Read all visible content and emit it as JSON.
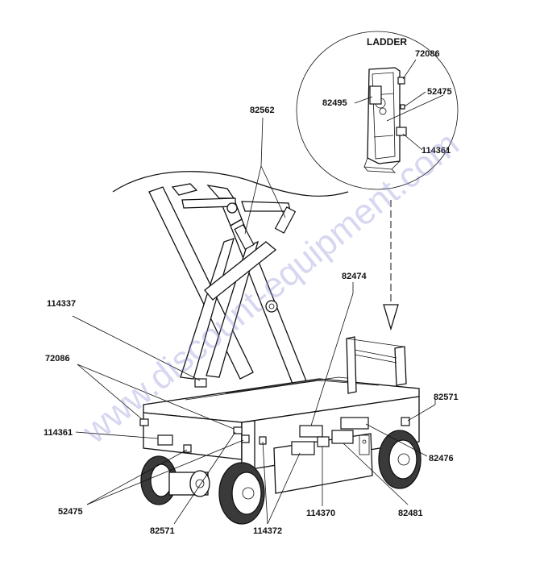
{
  "inset": {
    "title": "LADDER"
  },
  "watermark": "www.discount-equipment.com",
  "labels": {
    "ladder_72086": "72086",
    "ladder_52475": "52475",
    "ladder_82495": "82495",
    "ladder_114361": "114361",
    "scissor_82562": "82562",
    "side_82474": "82474",
    "left_114337": "114337",
    "left_72086": "72086",
    "left_114361": "114361",
    "right_82571": "82571",
    "right_82476": "82476",
    "bottom_52475": "52475",
    "bottom_82571": "82571",
    "bottom_114372": "114372",
    "bottom_114370": "114370",
    "bottom_82481": "82481"
  }
}
